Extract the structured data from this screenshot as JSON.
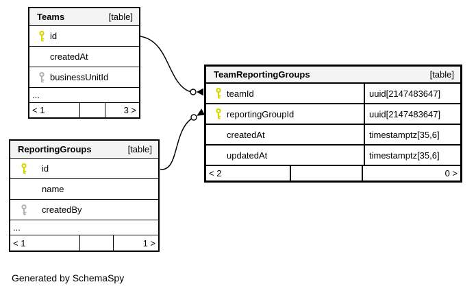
{
  "caption": "Generated by SchemaSpy",
  "colors": {
    "header_bg": "#f4f4f4",
    "border": "#000000",
    "primary_key": "#d6d600",
    "foreign_key": "#b3b3b3",
    "background": "#ffffff"
  },
  "tables": {
    "teams": {
      "title": "Teams",
      "tag": "[table]",
      "fields": [
        {
          "name": "id",
          "key": "primary"
        },
        {
          "name": "createdAt",
          "key": "none"
        },
        {
          "name": "businessUnitId",
          "key": "foreign"
        },
        {
          "name": "..."
        }
      ],
      "footer": {
        "left": "< 1",
        "middle": "",
        "right": "3 >"
      }
    },
    "reporting_groups": {
      "title": "ReportingGroups",
      "tag": "[table]",
      "fields": [
        {
          "name": "id",
          "key": "primary"
        },
        {
          "name": "name",
          "key": "none"
        },
        {
          "name": "createdBy",
          "key": "foreign"
        },
        {
          "name": "..."
        }
      ],
      "footer": {
        "left": "< 1",
        "middle": "",
        "right": "1 >"
      }
    },
    "team_reporting_groups": {
      "title": "TeamReportingGroups",
      "tag": "[table]",
      "fields": [
        {
          "name": "teamId",
          "type": "uuid[2147483647]",
          "key": "primary"
        },
        {
          "name": "reportingGroupId",
          "type": "uuid[2147483647]",
          "key": "primary"
        },
        {
          "name": "createdAt",
          "type": "timestamptz[35,6]",
          "key": "none"
        },
        {
          "name": "updatedAt",
          "type": "timestamptz[35,6]",
          "key": "none"
        }
      ],
      "footer": {
        "left": "< 2",
        "middle": "",
        "right": "0 >"
      }
    }
  },
  "relationships": [
    {
      "from_table": "Teams",
      "from_field": "id",
      "to_table": "TeamReportingGroups",
      "to_field": "teamId",
      "marker": "open-dot-inverted-arrow"
    },
    {
      "from_table": "ReportingGroups",
      "from_field": "id",
      "to_table": "TeamReportingGroups",
      "to_field": "reportingGroupId",
      "marker": "open-dot-inverted-arrow"
    }
  ]
}
